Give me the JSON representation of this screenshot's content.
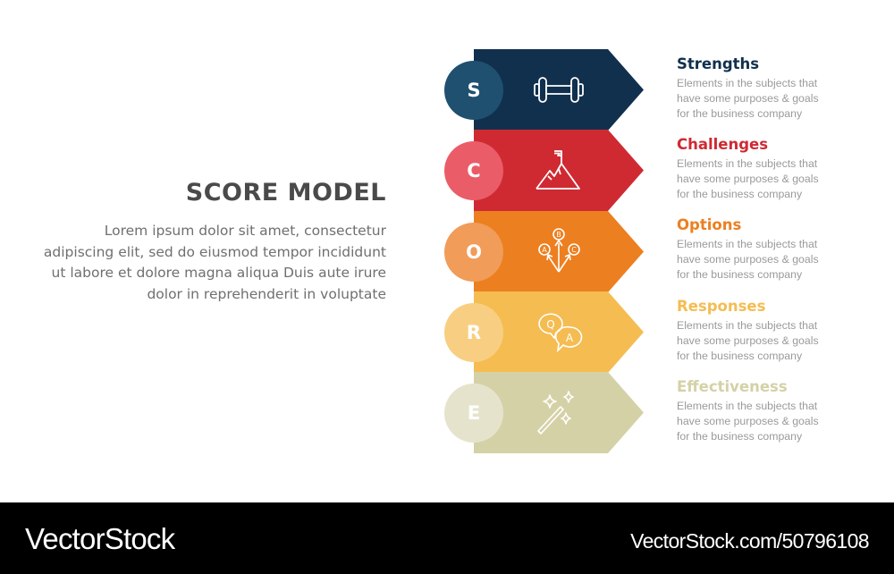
{
  "main": {
    "title": "SCORE MODEL",
    "description": "Lorem ipsum dolor sit amet, consectetur adipiscing elit, sed do eiusmod tempor incididunt ut labore et dolore magna aliqua Duis aute irure dolor in reprehenderit in voluptate"
  },
  "steps": [
    {
      "letter": "S",
      "title": "Strengths",
      "icon": "dumbbell-icon",
      "band_color": "#11304e",
      "circle_color": "#1f5070",
      "title_color": "#11304e",
      "description": "Elements in the subjects that\nhave  some purposes & goals\nfor the  business company"
    },
    {
      "letter": "C",
      "title": "Challenges",
      "icon": "mountain-flag-icon",
      "band_color": "#cf2a32",
      "circle_color": "#ea5d68",
      "title_color": "#cf2a32",
      "description": "Elements in the subjects that\nhave  some purposes & goals\nfor the  business company"
    },
    {
      "letter": "O",
      "title": "Options",
      "icon": "options-abc-arrows-icon",
      "band_color": "#ec7f20",
      "circle_color": "#f19c58",
      "title_color": "#ec7f20",
      "description": "Elements in the subjects that\nhave  some purposes & goals\nfor the  business company"
    },
    {
      "letter": "R",
      "title": "Responses",
      "icon": "qa-speech-bubbles-icon",
      "band_color": "#f5bc52",
      "circle_color": "#f8cf82",
      "title_color": "#f5bc52",
      "description": "Elements in the subjects that\nhave  some purposes & goals\nfor the  business company"
    },
    {
      "letter": "E",
      "title": "Effectiveness",
      "icon": "magic-wand-icon",
      "band_color": "#d5d1a7",
      "circle_color": "#e6e3cd",
      "title_color": "#d5d1a7",
      "description": "Elements in the subjects that\nhave  some purposes & goals\nfor the  business company"
    }
  ],
  "footer": {
    "brand": "VectorStock",
    "url": "VectorStock.com/50796108"
  }
}
